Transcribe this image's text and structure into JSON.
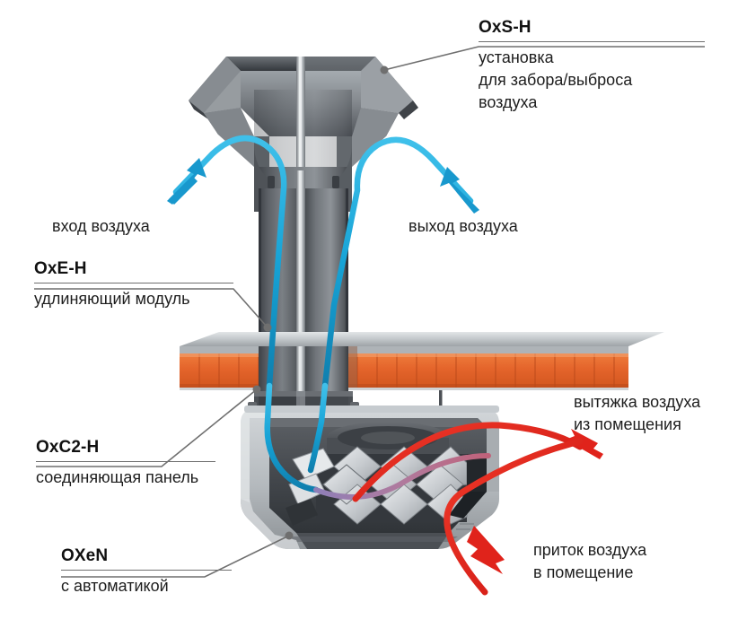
{
  "diagram": {
    "title_components": [
      {
        "id": "oxs-h",
        "code": "OxS-H",
        "description": "установка\nдля забора/выброса\nвоздуха"
      },
      {
        "id": "oxe-h",
        "code": "OxE-H",
        "description": "удлиняющий модуль"
      },
      {
        "id": "oxc2-h",
        "code": "OxC2-H",
        "description": "соединяющая панель"
      },
      {
        "id": "oxen",
        "code": "OXeN",
        "description": "с автоматикой"
      }
    ],
    "flow_labels": [
      {
        "id": "air-inlet",
        "text": "вход воздуха"
      },
      {
        "id": "air-outlet",
        "text": "выход воздуха"
      },
      {
        "id": "extract",
        "text": "вытяжка воздуха\nиз помещения"
      },
      {
        "id": "supply",
        "text": "приток воздуха\nв помещение"
      }
    ],
    "colors": {
      "outdoor_air_flow": "#17a3d6",
      "indoor_air_flow": "#e8261c",
      "leader_line": "#707070",
      "metal_dark": "#474b50",
      "metal_mid": "#75797e",
      "metal_light": "#b7bbbf",
      "brick": "#e2672c",
      "slab_top": "#c7cccf",
      "text": "#1d1d1d"
    }
  }
}
